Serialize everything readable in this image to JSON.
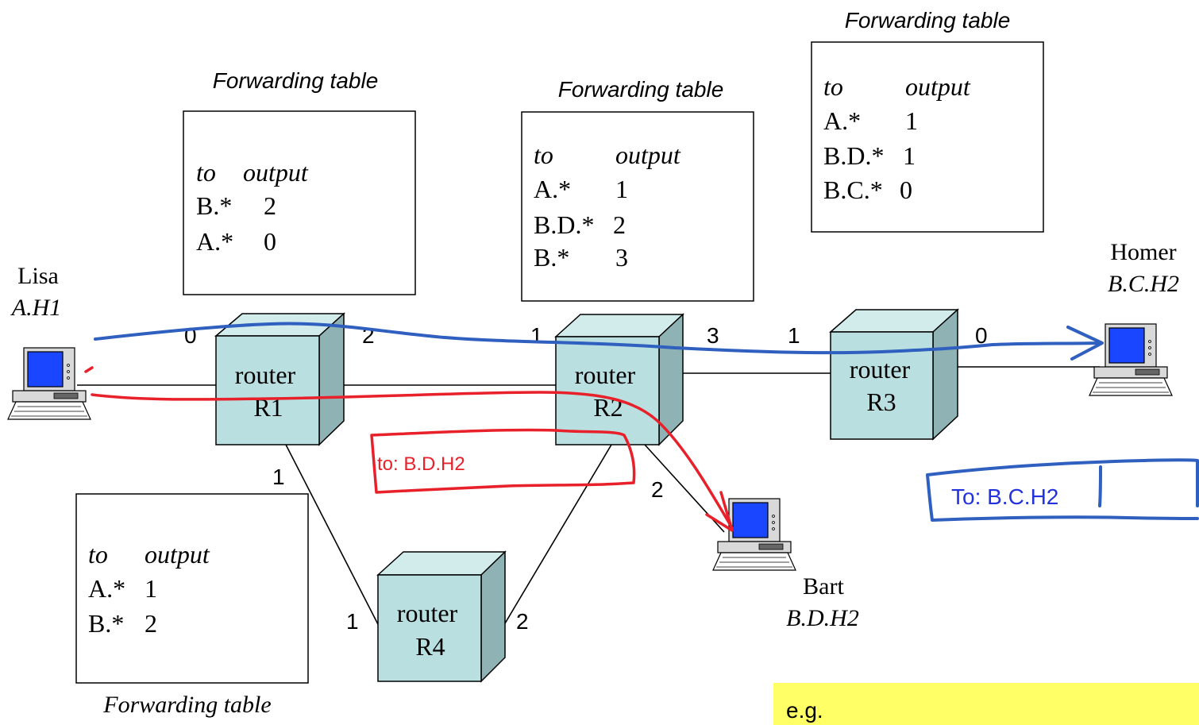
{
  "colors": {
    "router_front": "#b9dfe0",
    "router_top": "#d2ecec",
    "router_side": "#8fb3b4",
    "screen": "#1a46ff",
    "annotation_red": "#e8202a",
    "annotation_blue": "#2f5fbf",
    "label_blue": "#2233dd",
    "note_yellow": "#ffff66"
  },
  "tables": {
    "r1": {
      "title": "Forwarding table",
      "col_to": "to",
      "col_output": "output",
      "rows": [
        {
          "to": "B.*",
          "output": "2"
        },
        {
          "to": "A.*",
          "output": "0"
        }
      ]
    },
    "r2": {
      "title": "Forwarding table",
      "col_to": "to",
      "col_output": "output",
      "rows": [
        {
          "to": "A.*",
          "output": "1"
        },
        {
          "to": "B.D.*",
          "output": "2"
        },
        {
          "to": "B.*",
          "output": "3"
        }
      ]
    },
    "r3": {
      "title": "Forwarding table",
      "col_to": "to",
      "col_output": "output",
      "rows": [
        {
          "to": "A.*",
          "output": "1"
        },
        {
          "to": "B.D.*",
          "output": "1"
        },
        {
          "to": "B.C.*",
          "output": "0"
        }
      ]
    },
    "r4": {
      "title": "Forwarding table",
      "col_to": "to",
      "col_output": "output",
      "rows": [
        {
          "to": "A.*",
          "output": "1"
        },
        {
          "to": "B.*",
          "output": "2"
        }
      ]
    }
  },
  "routers": {
    "r1": {
      "line1": "router",
      "line2": "R1"
    },
    "r2": {
      "line1": "router",
      "line2": "R2"
    },
    "r3": {
      "line1": "router",
      "line2": "R3"
    },
    "r4": {
      "line1": "router",
      "line2": "R4"
    }
  },
  "hosts": {
    "lisa": {
      "name": "Lisa",
      "addr": "A.H1"
    },
    "homer": {
      "name": "Homer",
      "addr": "B.C.H2"
    },
    "bart": {
      "name": "Bart",
      "addr": "B.D.H2"
    }
  },
  "ports": {
    "r1_0": "0",
    "r1_2": "2",
    "r1_1": "1",
    "r2_1": "1",
    "r2_3": "3",
    "r2_2": "2",
    "r3_1": "1",
    "r3_0": "0",
    "r4_1": "1",
    "r4_2": "2"
  },
  "annotations": {
    "red_packet": "to: B.D.H2",
    "blue_packet": "To: B.C.H2",
    "note": "e.g."
  }
}
